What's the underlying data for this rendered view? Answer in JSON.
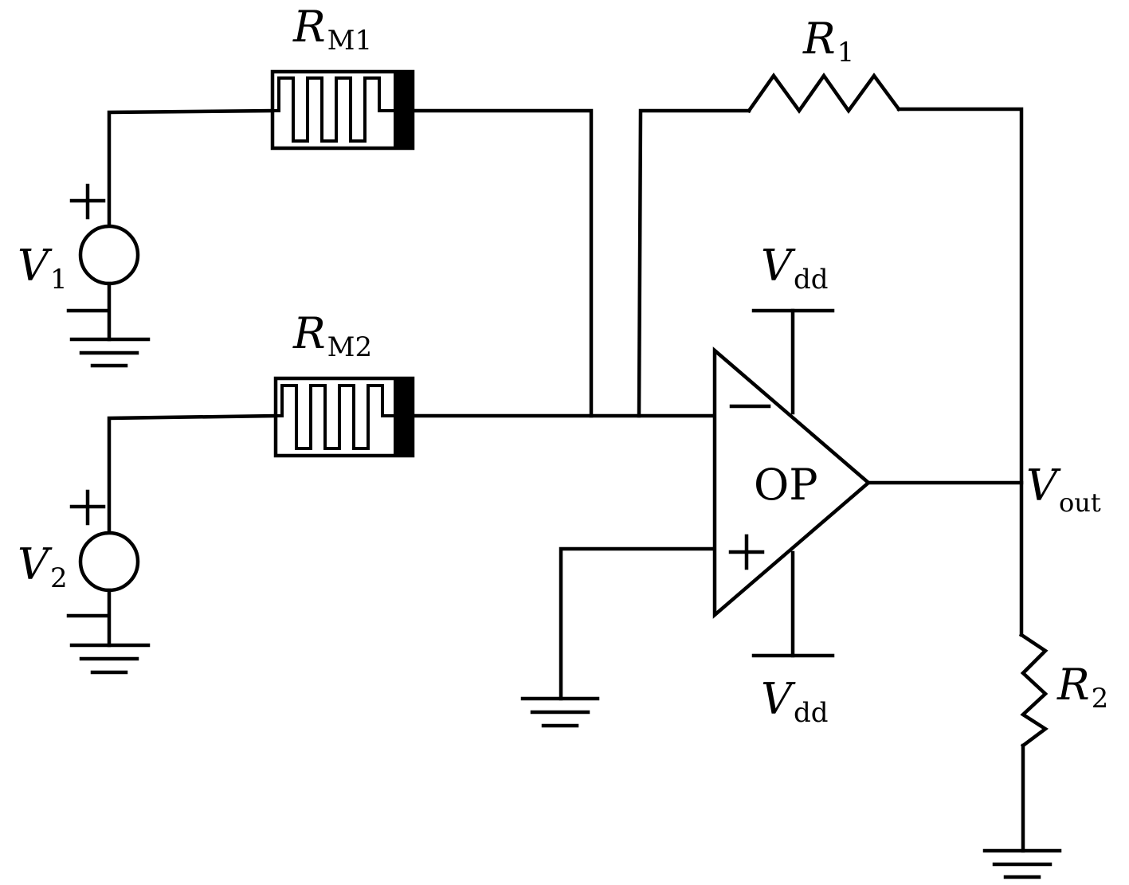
{
  "labels": {
    "rm1": {
      "main": "R",
      "sub": "M1"
    },
    "rm2": {
      "main": "R",
      "sub": "M2"
    },
    "r1": {
      "main": "R",
      "sub": "1"
    },
    "r2": {
      "main": "R",
      "sub": "2"
    },
    "v1": {
      "main": "V",
      "sub": "1"
    },
    "v2": {
      "main": "V",
      "sub": "2"
    },
    "vdd_top": {
      "main": "V",
      "sub": "dd"
    },
    "vdd_bottom": {
      "main": "V",
      "sub": "dd"
    },
    "vout": {
      "main": "V",
      "sub": "out"
    },
    "op": "OP",
    "plus": "+",
    "minus": "−"
  }
}
